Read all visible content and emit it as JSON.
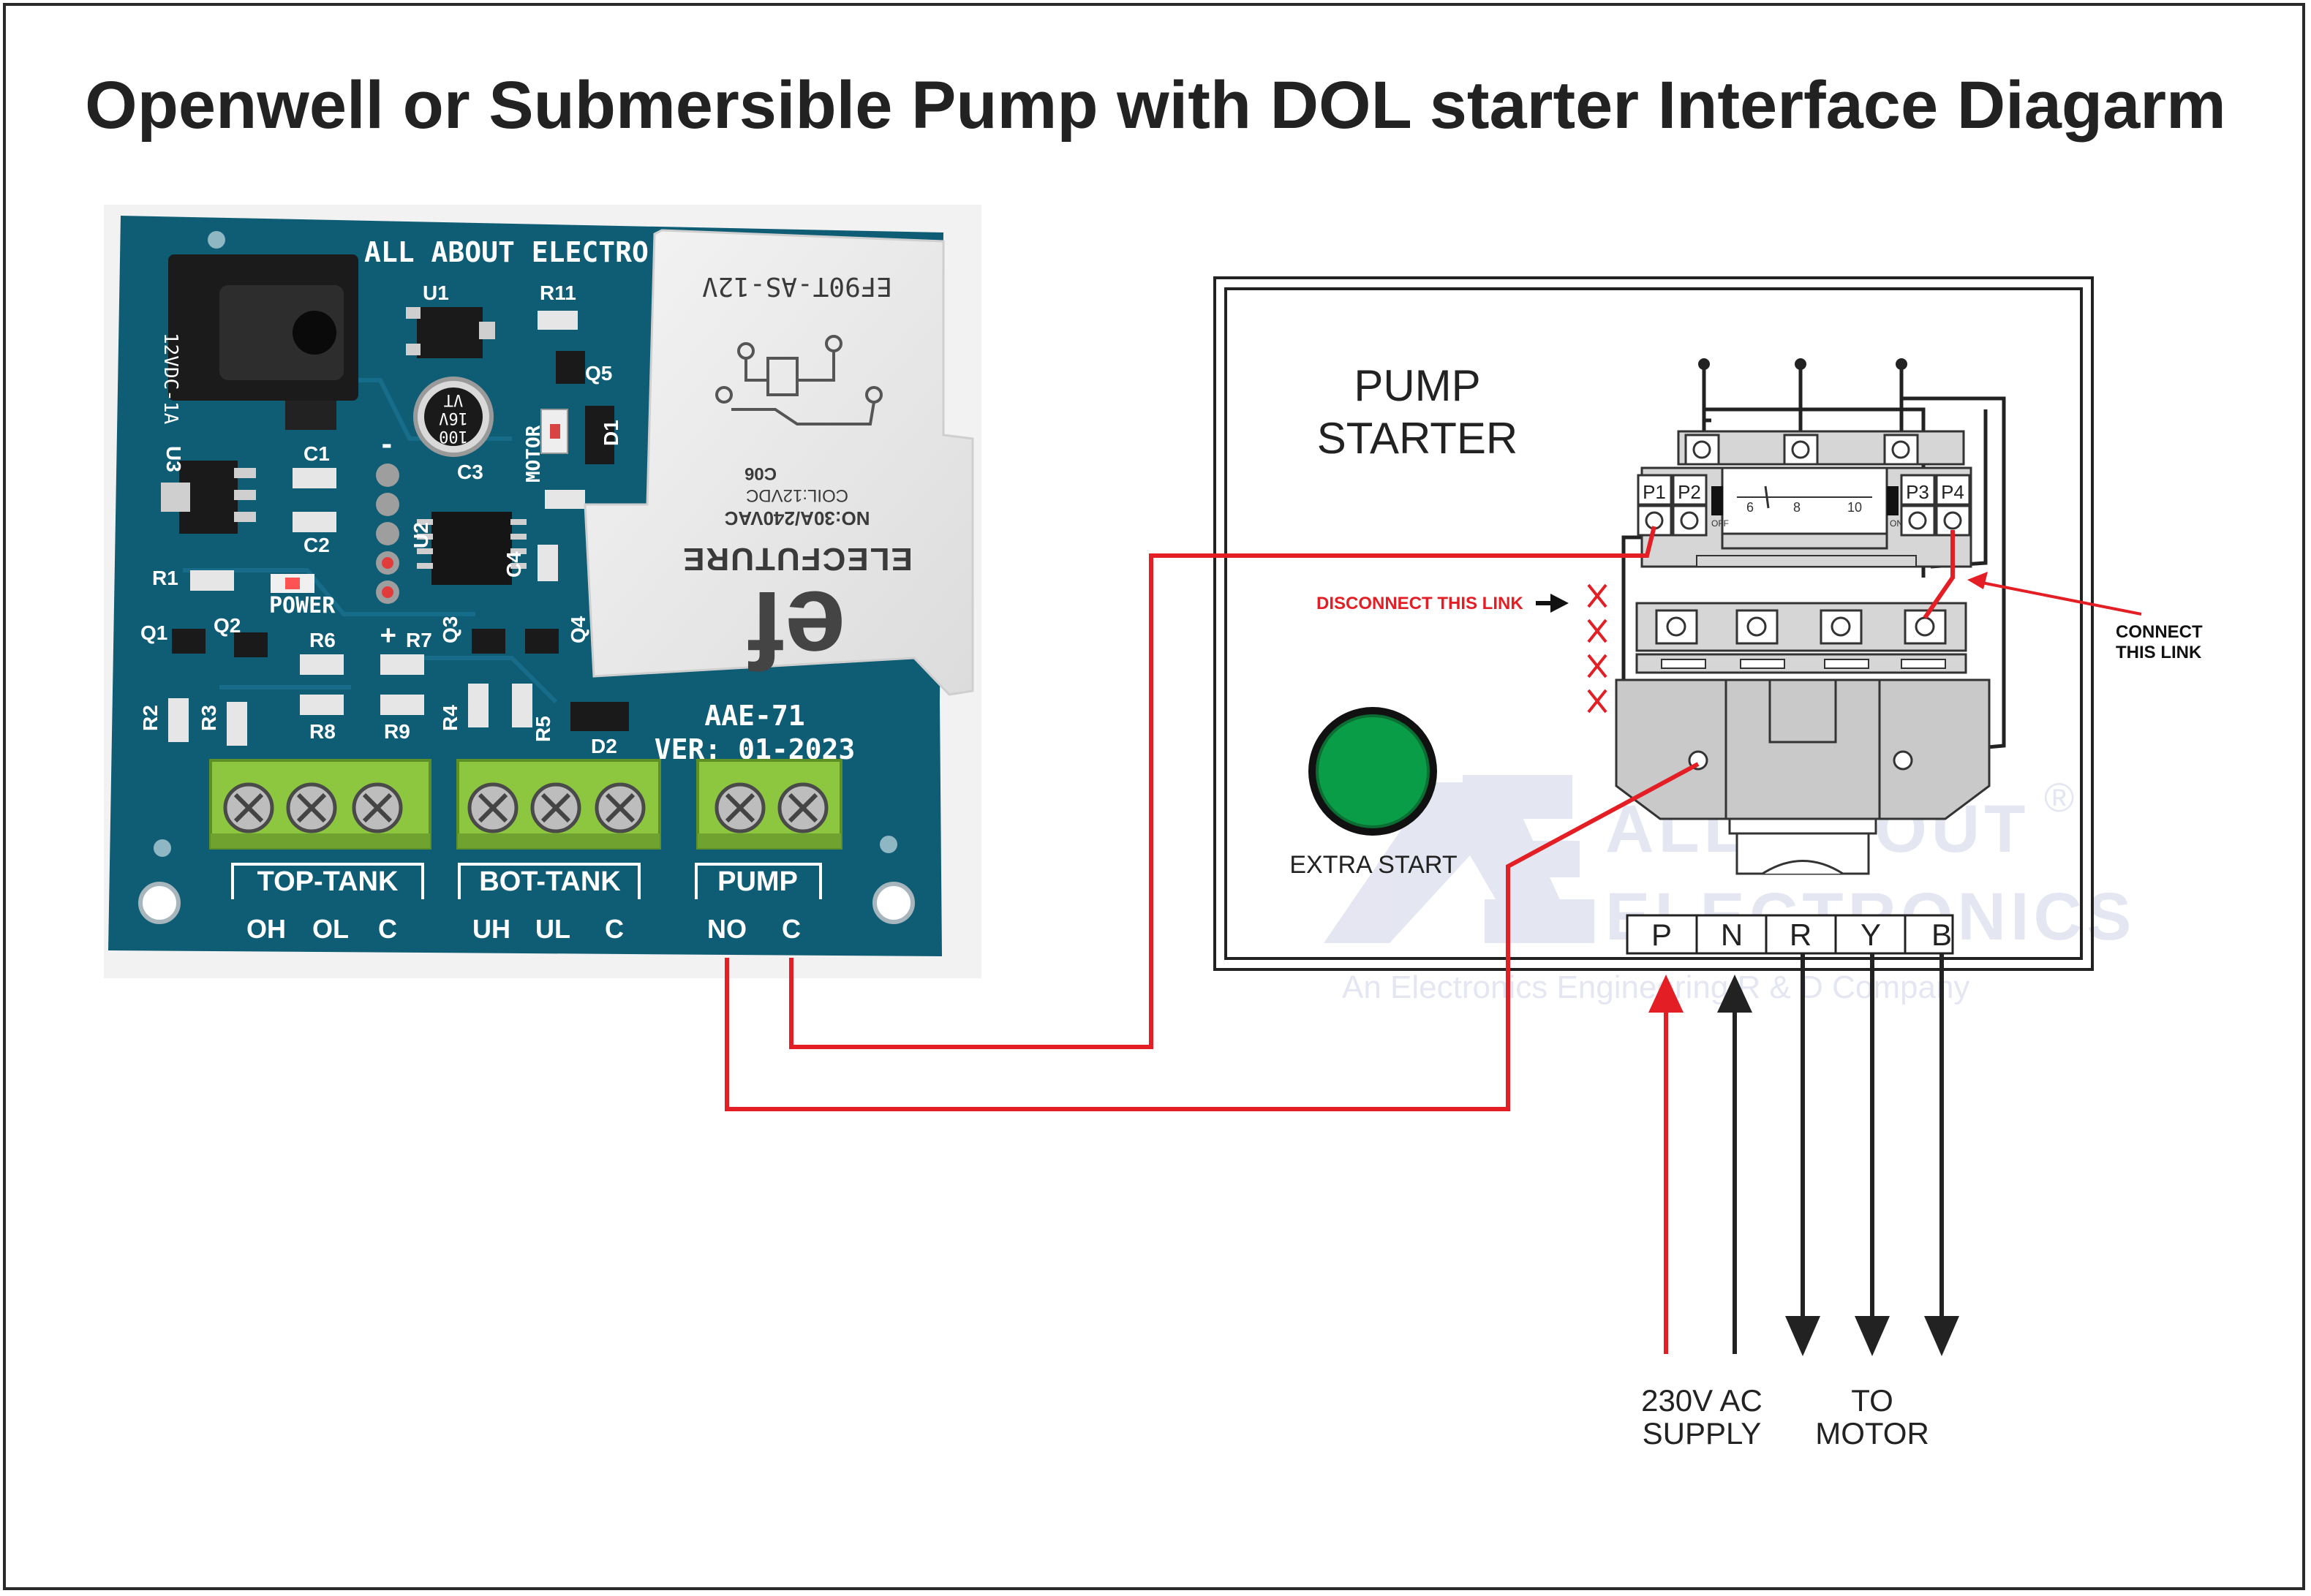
{
  "title": "Openwell or Submersible Pump with DOL starter Interface Diagarm",
  "board": {
    "brand_text": "ALL ABOUT ELECTRO",
    "model": "AAE-71",
    "version": "VER: 01-2023",
    "power_label": "POWER",
    "motor_label": "MOTOR",
    "supply_label": "12VDC-1A",
    "component_labels": [
      "U1",
      "R11",
      "Q5",
      "D1",
      "U3",
      "C1",
      "C2",
      "C3",
      "C4",
      "U2",
      "R1",
      "Q1",
      "Q2",
      "R6",
      "R7",
      "R8",
      "R9",
      "R2",
      "R3",
      "R4",
      "R5",
      "Q3",
      "Q4",
      "D2"
    ],
    "capacitor_text": [
      "100",
      "16V",
      "VT"
    ],
    "relay": {
      "part": "EF90T-AS-12V",
      "rating": "NO:30A/240VAC",
      "coil": "COIL:12VDC",
      "code": "C06",
      "brand": "ELECFUTURE",
      "logo": "ef"
    },
    "terminal_groups": [
      {
        "name": "TOP-TANK",
        "pins": [
          "OH",
          "OL",
          "C"
        ]
      },
      {
        "name": "BOT-TANK",
        "pins": [
          "UH",
          "UL",
          "C"
        ]
      },
      {
        "name": "PUMP",
        "pins": [
          "NO",
          "C"
        ]
      }
    ]
  },
  "starter": {
    "title_line1": "PUMP",
    "title_line2": "STARTER",
    "extra_start_label": "EXTRA START",
    "relay_terminals": [
      "P1",
      "P2",
      "P3",
      "P4"
    ],
    "scale_labels": [
      "OFF",
      "6",
      "8",
      "10",
      "ON"
    ],
    "supply_terminals": [
      "P",
      "N",
      "R",
      "Y",
      "B"
    ],
    "disconnect_label": "DISCONNECT THIS LINK",
    "connect_label_line1": "CONNECT",
    "connect_label_line2": "THIS LINK"
  },
  "bottom_labels": {
    "supply_line1": "230V AC",
    "supply_line2": "SUPPLY",
    "motor_line1": "TO",
    "motor_line2": "MOTOR"
  },
  "watermark": {
    "logo_letters": "AE",
    "line1": "ALL ABOUT",
    "line2": "ELECTRONICS",
    "tagline": "An Electronics Engineering R & D Company",
    "registered": "®"
  },
  "colors": {
    "pcb": "#0f5d75",
    "terminal_green": "#8dc63f",
    "wire_red": "#e31e24",
    "wire_black": "#222222",
    "button_green": "#0a9d47",
    "starter_gray": "#c9c9c9"
  }
}
